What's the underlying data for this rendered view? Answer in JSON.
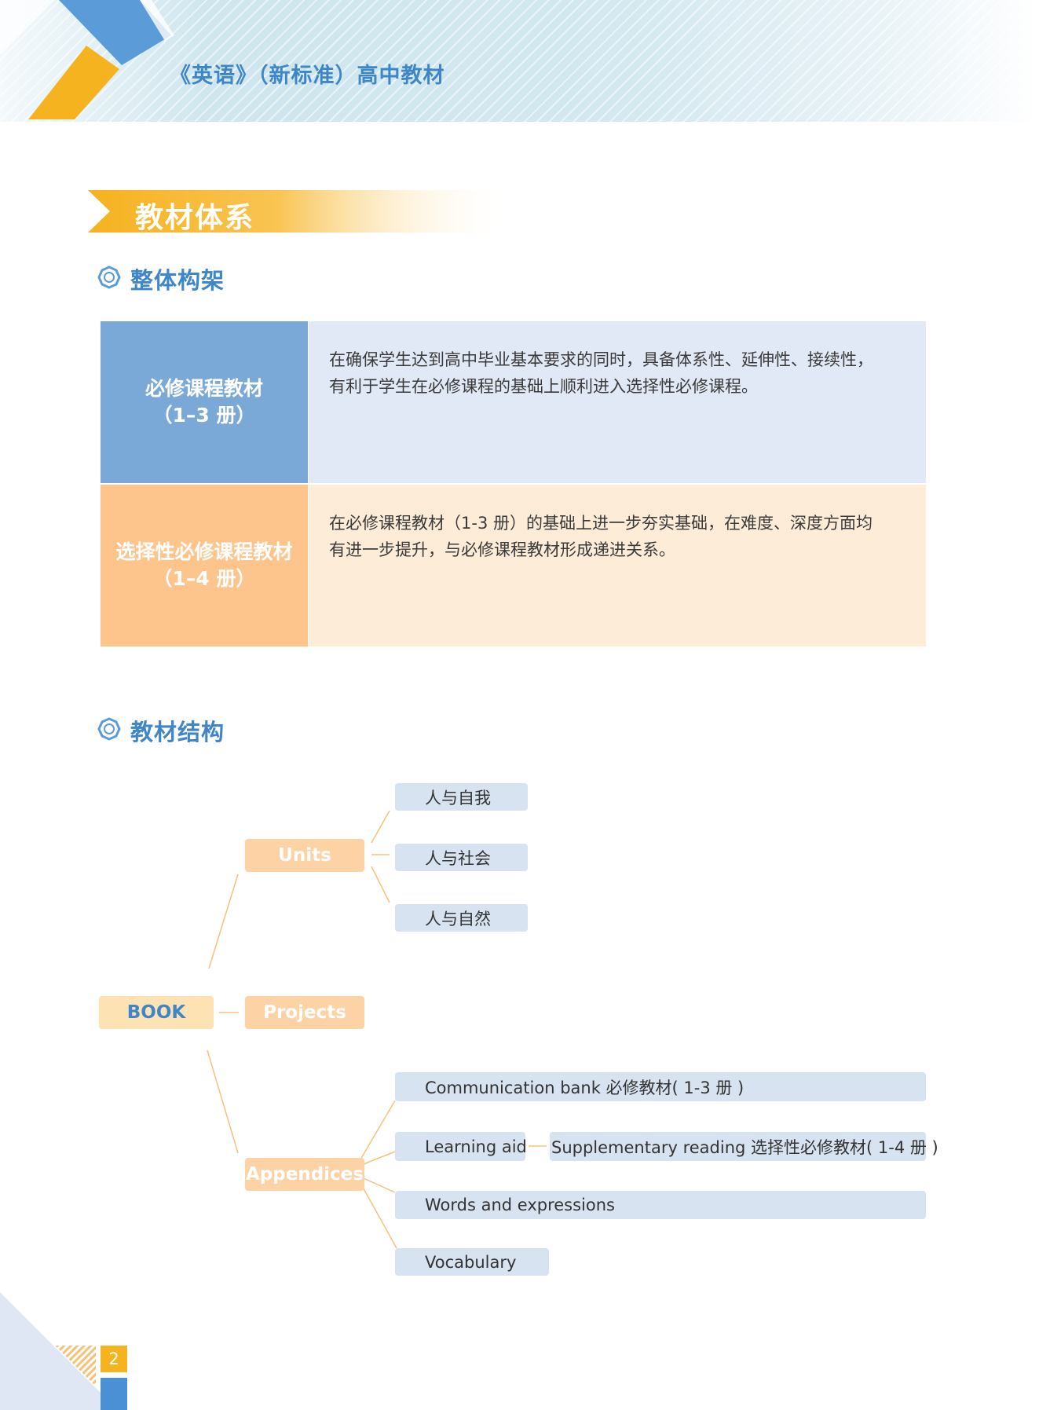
{
  "header": {
    "title": "《英语》（新标准）高中教材"
  },
  "section": {
    "title": "教材体系"
  },
  "framework": {
    "heading": "整体构架",
    "rows": [
      {
        "name_line1": "必修课程教材",
        "name_line2": "（1–3 册）",
        "desc_line1": "在确保学生达到高中毕业基本要求的同时，具备体系性、延伸性、接续性，",
        "desc_line2": "有利于学生在必修课程的基础上顺利进入选择性必修课程。"
      },
      {
        "name_line1": "选择性必修课程教材",
        "name_line2": "（1–4 册）",
        "desc_line1": "在必修课程教材（1-3 册）的基础上进一步夯实基础，在难度、深度方面均",
        "desc_line2": "有进一步提升，与必修课程教材形成递进关系。"
      }
    ]
  },
  "structure": {
    "heading": "教材结构",
    "root": "BOOK",
    "branches": {
      "units": "Units",
      "projects": "Projects",
      "appendices": "Appendices"
    },
    "units_children": [
      "人与自我",
      "人与社会",
      "人与自然"
    ],
    "appendices_children": {
      "communication_bank": "Communication bank 必修教材( 1-3 册 )",
      "learning_aid": "Learning aid",
      "supplementary_reading": "Supplementary reading 选择性必修教材( 1-4 册 )",
      "words_and_expressions": "Words and expressions",
      "vocabulary": "Vocabulary"
    }
  },
  "footer": {
    "page_number": "2"
  },
  "colors": {
    "accent_blue": "#3f86c8",
    "accent_orange": "#f5b320",
    "row1_left": "#7aa8d7",
    "row1_right": "#e2e9f6",
    "row2_left": "#fdc58c",
    "row2_right": "#fdecd8",
    "node_orange": "#fdd3a6",
    "node_blue": "#d8e3f2"
  }
}
